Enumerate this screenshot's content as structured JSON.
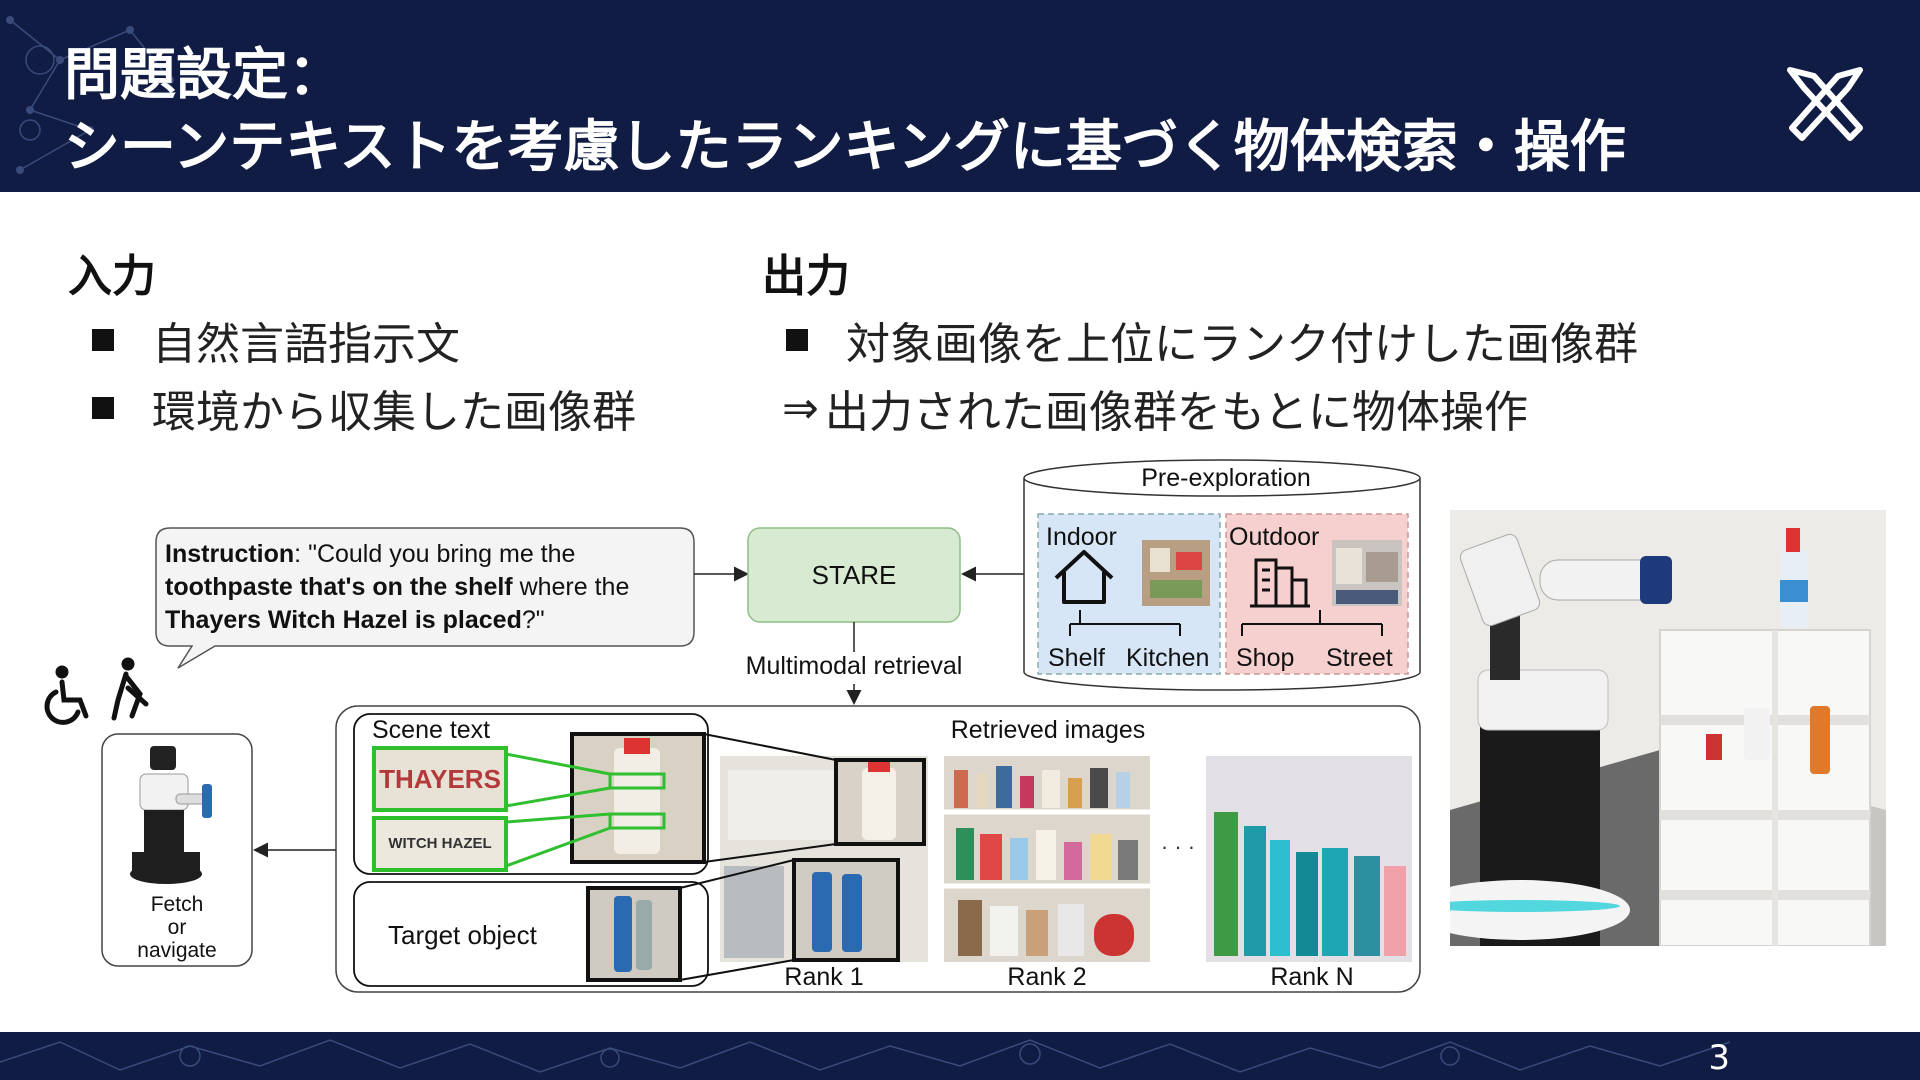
{
  "header": {
    "title_line1": "問題設定：",
    "title_line2": "シーンテキストを考慮したランキングに基づく物体検索・操作"
  },
  "input_section": {
    "heading": "入力",
    "items": [
      "自然言語指示文",
      "環境から収集した画像群"
    ]
  },
  "output_section": {
    "heading": "出力",
    "item": "対象画像を上位にランク付けした画像群",
    "arrow_symbol": "⇒",
    "arrow_text": "出力された画像群をもとに物体操作"
  },
  "diagram": {
    "instruction": {
      "p1_bold": "Instruction",
      "p2": ": \"Could you bring me the",
      "p3_bold": "toothpaste that's on the shelf",
      "p4": " where the",
      "p5_bold": "Thayers Witch Hazel is placed",
      "p6": "?\""
    },
    "stare_label": "STARE",
    "multimodal_label": "Multimodal retrieval",
    "pre_exploration": {
      "title": "Pre-exploration",
      "indoor": "Indoor",
      "outdoor": "Outdoor",
      "shelf": "Shelf",
      "kitchen": "Kitchen",
      "shop": "Shop",
      "street": "Street"
    },
    "scene_text_label": "Scene text",
    "target_object_label": "Target object",
    "retrieved_label": "Retrieved images",
    "ellipsis": "· · ·",
    "rank1": "Rank 1",
    "rank2": "Rank 2",
    "rankN": "Rank N",
    "robot_box": {
      "line1": "Fetch",
      "line2": "or",
      "line3": "navigate"
    },
    "product_text": {
      "brand": "THAYERS",
      "variant": "WITCH HAZEL"
    }
  },
  "footer": {
    "page_number": "3"
  },
  "colors": {
    "navy": "#111c44",
    "stare_green": "#d9ead3",
    "indoor_blue": "#d6e6f7",
    "outdoor_pink": "#f6cfcf",
    "highlight_green": "#2fbf2f"
  }
}
